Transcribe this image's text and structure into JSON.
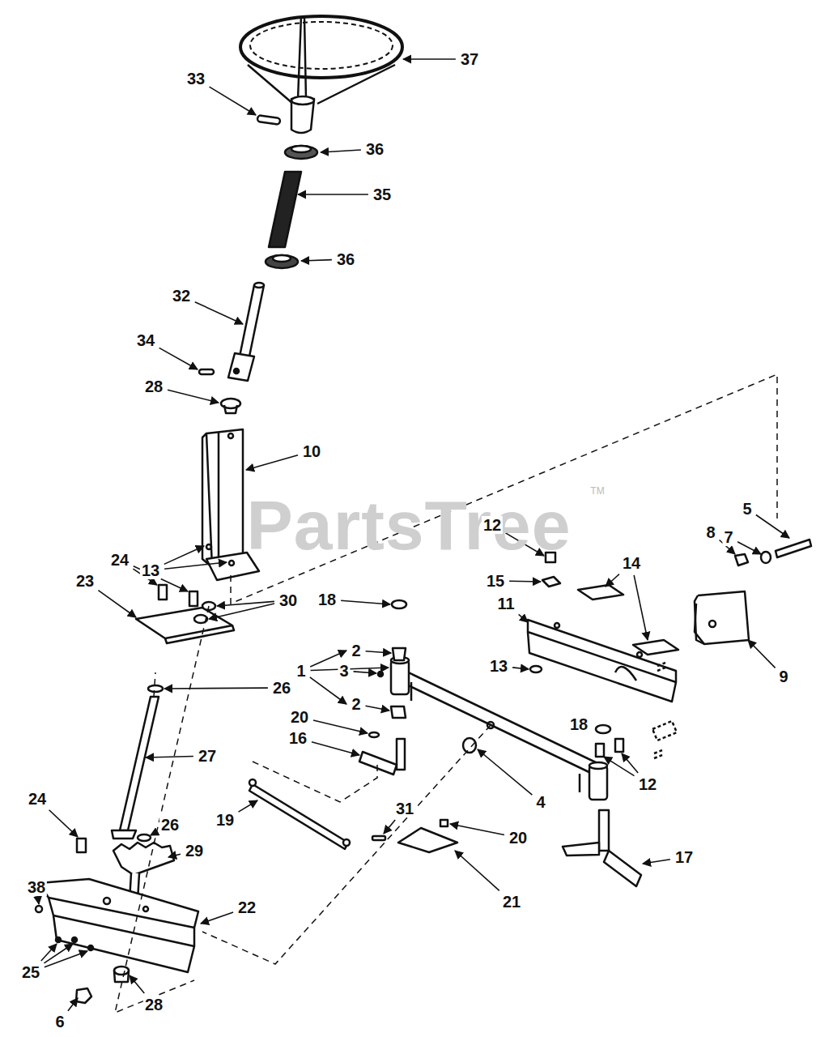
{
  "diagram": {
    "labels": [
      "37",
      "33",
      "36",
      "35",
      "36",
      "32",
      "34",
      "28",
      "10",
      "PartsTree",
      "TM",
      "12",
      "5",
      "8",
      "7",
      "13",
      "24",
      "14",
      "15",
      "23",
      "18",
      "30",
      "11",
      "2",
      "9",
      "1",
      "3",
      "13",
      "26",
      "2",
      "20",
      "18",
      "16",
      "12",
      "27",
      "4",
      "19",
      "31",
      "20",
      "24",
      "26",
      "29",
      "17",
      "38",
      "21",
      "22",
      "25",
      "28",
      "6"
    ]
  }
}
